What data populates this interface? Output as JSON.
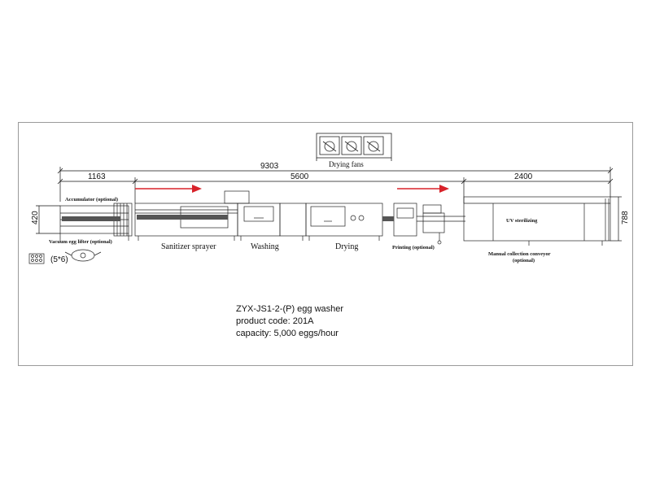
{
  "diagram": {
    "dimensions": {
      "total": "9303",
      "accumulator_len": "1163",
      "wash_section": "5600",
      "collection_len": "2400",
      "height_left": "420",
      "height_right": "788"
    },
    "labels": {
      "drying_fans": "Drying fans",
      "accumulator": "Accumulator (optional)",
      "vacuum_lifter": "Vacuum egg lifter (optional)",
      "lifter_count": "(5*6)",
      "sanitizer": "Sanitizer sprayer",
      "washing": "Washing",
      "drying": "Drying",
      "printing": "Printing (optional)",
      "uv": "UV sterilizing",
      "collection_line1": "Manual collection conveyor",
      "collection_line2": "(optional)"
    }
  },
  "product_info": {
    "model": "ZYX-JS1-2-(P) egg washer",
    "code": "product code: 201A",
    "capacity": "capacity: 5,000 eggs/hour"
  }
}
